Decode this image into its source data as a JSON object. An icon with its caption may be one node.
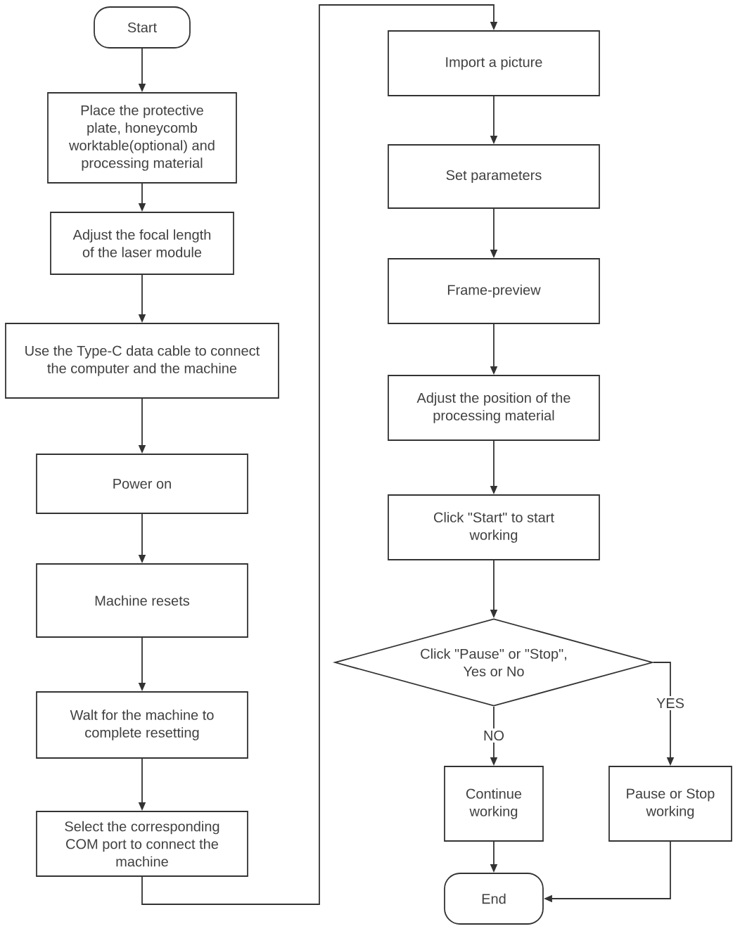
{
  "diagram": {
    "nodes": [
      {
        "text": [
          "Start"
        ]
      },
      {
        "text": [
          "Place the protective plate, honeycomb worktable(optional) and processing material"
        ]
      },
      {
        "text": [
          "Adjust the focal length of the laser module"
        ]
      },
      {
        "text": [
          "Use the Type-C data cable to connect the computer and the machine"
        ]
      },
      {
        "text": [
          "Power on"
        ]
      },
      {
        "text": [
          "Machine resets"
        ]
      },
      {
        "text": [
          "Walt for the machine to complete resetting"
        ]
      },
      {
        "text": [
          "Select the corresponding COM port to connect the machine"
        ]
      },
      {
        "text": [
          "Import a picture"
        ]
      },
      {
        "text": [
          "Set parameters"
        ]
      },
      {
        "text": [
          "Frame-preview"
        ]
      },
      {
        "text": [
          "Adjust the position of the processing material"
        ]
      },
      {
        "text": [
          "Click \"Start\" to start working"
        ]
      },
      {
        "text": [
          "Click \"Pause\" or \"Stop\", Yes or No"
        ]
      },
      {
        "text": [
          "Continue working"
        ]
      },
      {
        "text": [
          "Pause or Stop working"
        ]
      },
      {
        "text": [
          "End"
        ]
      }
    ],
    "edges": [
      {
        "from": 0,
        "to": 1,
        "arrow": "to"
      },
      {
        "from": 1,
        "to": 2,
        "arrow": "to"
      },
      {
        "from": 2,
        "to": 3,
        "arrow": "to"
      },
      {
        "from": 3,
        "to": 4,
        "arrow": "to"
      },
      {
        "from": 4,
        "to": 5,
        "arrow": "to"
      },
      {
        "from": 5,
        "to": 6,
        "arrow": "to"
      },
      {
        "from": 6,
        "to": 7,
        "arrow": "to"
      },
      {
        "from": 7,
        "to": 8,
        "arrow": "to"
      },
      {
        "from": 8,
        "to": 9,
        "arrow": "to"
      },
      {
        "from": 9,
        "to": 10,
        "arrow": "to"
      },
      {
        "from": 10,
        "to": 11,
        "arrow": "to"
      },
      {
        "from": 11,
        "to": 12,
        "arrow": "to"
      },
      {
        "from": 12,
        "to": 13,
        "arrow": "to"
      },
      {
        "from": 13,
        "to": 14,
        "label": "NO",
        "arrow": "to"
      },
      {
        "from": 13,
        "to": 15,
        "label": "YES",
        "arrow": "to"
      },
      {
        "from": 14,
        "to": 16,
        "arrow": "to"
      },
      {
        "from": 15,
        "to": 16,
        "arrow": "to"
      }
    ]
  }
}
